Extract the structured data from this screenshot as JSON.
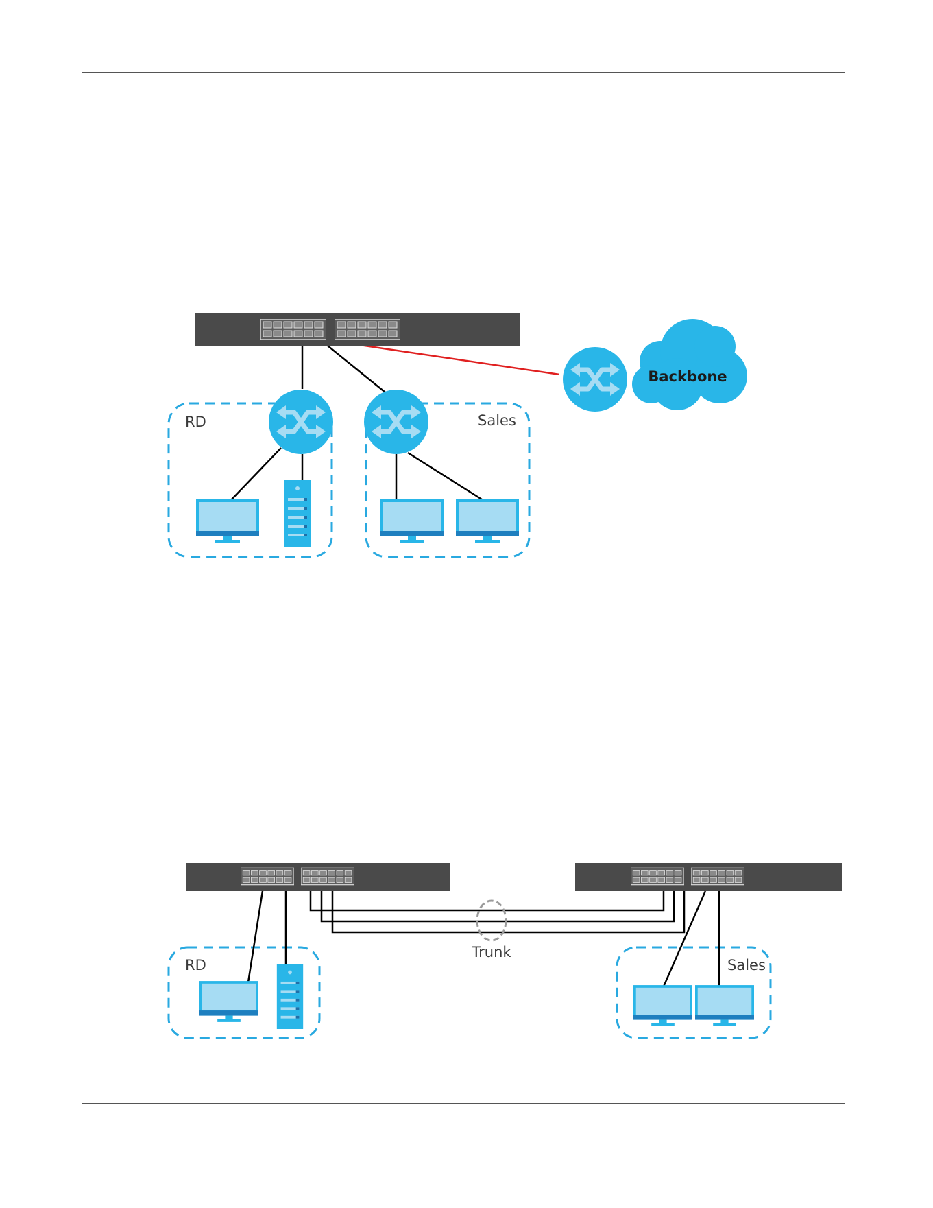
{
  "diagram1": {
    "groups": [
      {
        "label": "RD"
      },
      {
        "label": "Sales"
      }
    ],
    "cloud": {
      "label": "Backbone"
    }
  },
  "diagram2": {
    "groups": [
      {
        "label": "RD"
      },
      {
        "label": "Sales"
      }
    ],
    "trunk": {
      "label": "Trunk"
    }
  },
  "colors": {
    "switch_body": "#4a4a4a",
    "port": "#6c6c6c",
    "device_blue": "#29b6e8",
    "screen_light": "#a6dcf3",
    "group_border": "#29a9e0",
    "backbone_link": "#e02020",
    "trunk_ring": "#9a9a9a"
  }
}
